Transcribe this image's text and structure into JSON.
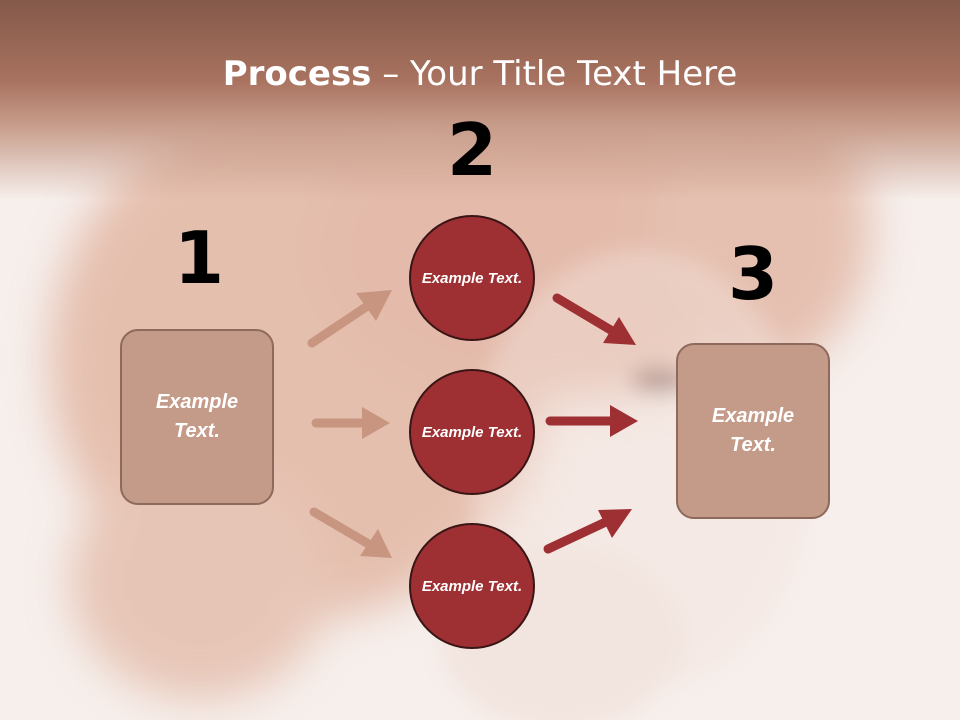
{
  "title": {
    "bold": "Process",
    "rest": " – Your Title Text Here"
  },
  "steps": [
    {
      "number": "1",
      "box_text": "Example Text."
    },
    {
      "number": "2",
      "circles": [
        "Example Text.",
        "Example Text.",
        "Example Text."
      ]
    },
    {
      "number": "3",
      "box_text": "Example Text."
    }
  ],
  "colors": {
    "header": "#a8725f",
    "box_fill": "#c49a88",
    "circle_fill": "#9e3033",
    "arrow_left": "#c89680",
    "arrow_right": "#9e3033"
  }
}
